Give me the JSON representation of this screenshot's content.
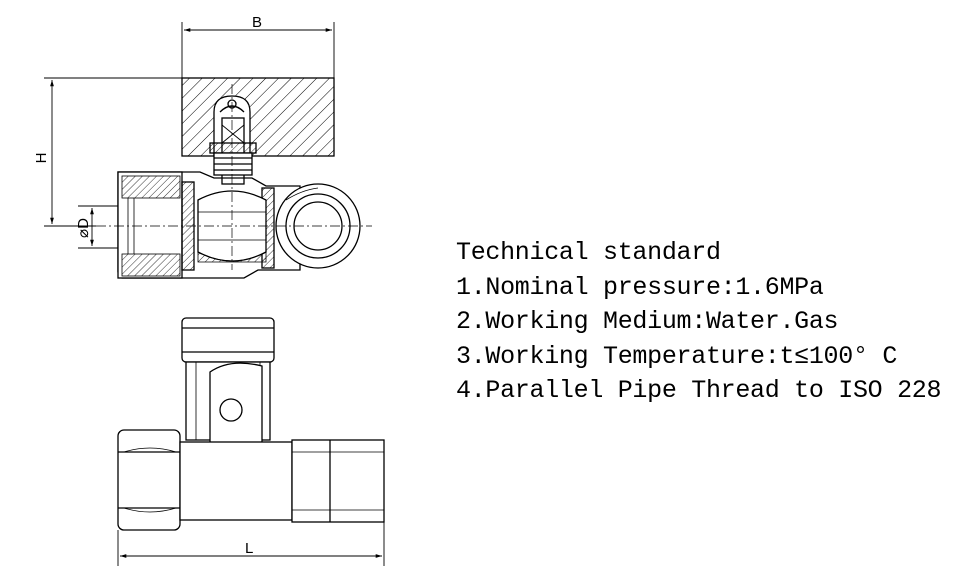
{
  "drawing": {
    "dimension_labels": {
      "width": "B",
      "height": "H",
      "diameter": "⌀D",
      "length": "L"
    }
  },
  "spec": {
    "heading": "Technical standard",
    "items": [
      "1.Nominal pressure:1.6MPa",
      "2.Working Medium:Water.Gas",
      "3.Working Temperature:t≤100° C",
      "4.Parallel Pipe Thread to ISO 228"
    ]
  }
}
